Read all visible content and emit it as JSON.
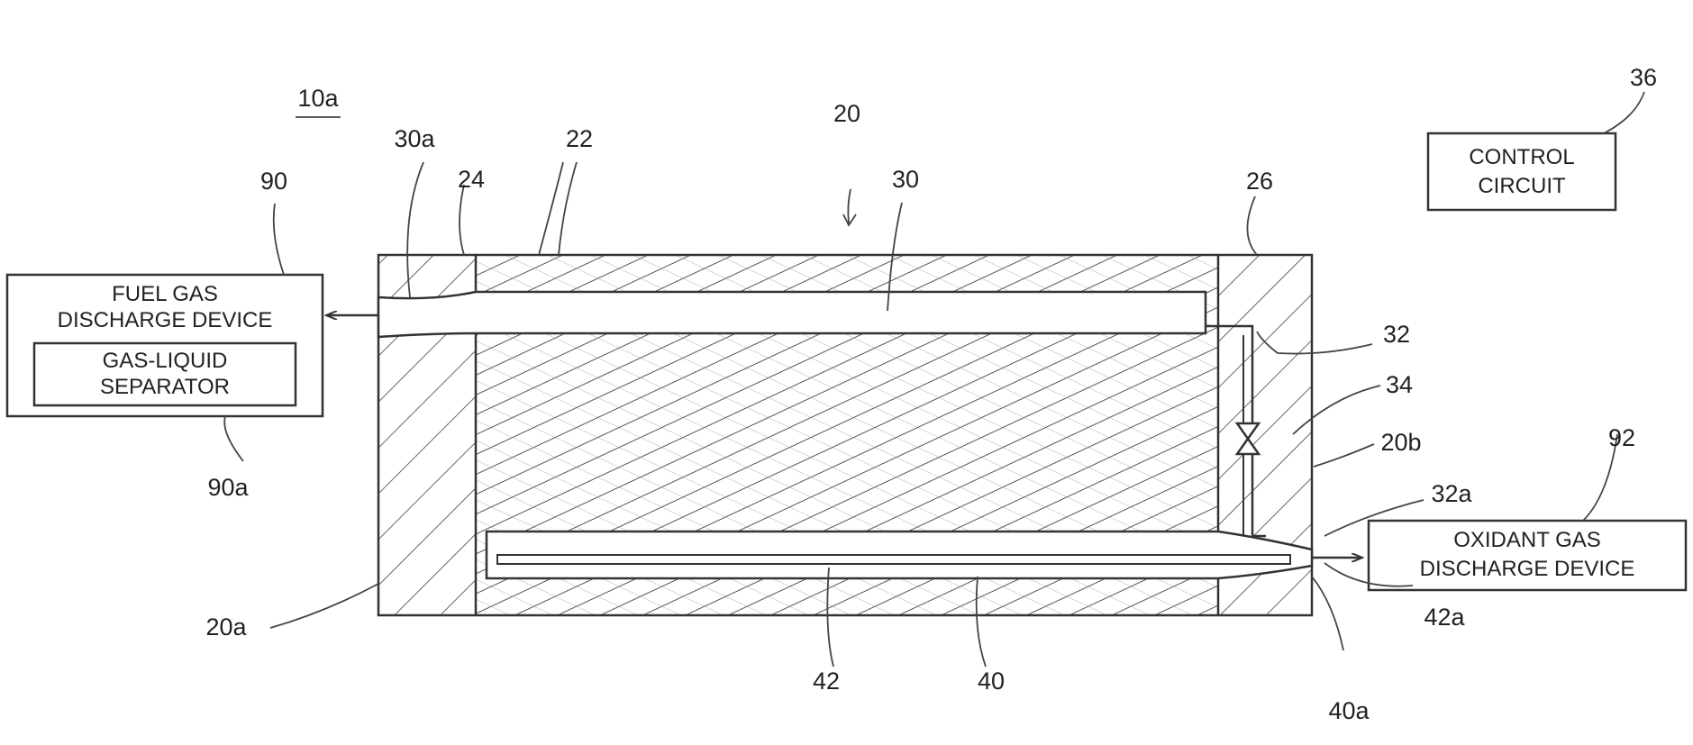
{
  "labels": {
    "fig_ref": "10a",
    "stack": "20",
    "stack_end_a": "20a",
    "stack_end_b": "20b",
    "cells": "22",
    "end_plate_left": "24",
    "end_plate_right": "26",
    "fuel_channel": "30",
    "fuel_outlet": "30a",
    "bypass_line": "32",
    "bypass_outlet": "32a",
    "valve": "34",
    "control_circuit_ref": "36",
    "oxidant_channel": "40",
    "oxidant_outlet": "40a",
    "inner_tube": "42",
    "inner_tube_end": "42a",
    "fuel_device_ref": "90",
    "separator_ref": "90a",
    "oxidant_device_ref": "92"
  },
  "boxes": {
    "control_circuit": [
      "CONTROL",
      "CIRCUIT"
    ],
    "fuel_discharge": [
      "FUEL GAS",
      "DISCHARGE DEVICE"
    ],
    "separator": [
      "GAS-LIQUID",
      "SEPARATOR"
    ],
    "oxidant_discharge": [
      "OXIDANT GAS",
      "DISCHARGE DEVICE"
    ]
  }
}
